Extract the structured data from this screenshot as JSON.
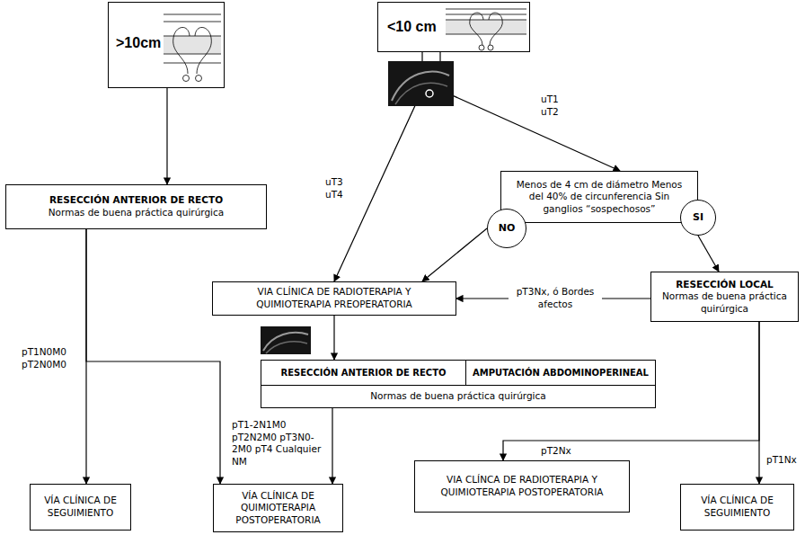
{
  "diagram": {
    "nodes": [
      {
        "text": [
          ">10cm"
        ]
      },
      {
        "text": [
          "<10 cm"
        ]
      },
      {
        "text": [
          "Menos de 4 cm de diámetro Menos del 40% de circunferencia Sin ganglios “sospechosos”"
        ]
      },
      {
        "text": [
          "NO"
        ]
      },
      {
        "text": [
          "SI"
        ]
      },
      {
        "text": [
          "RESECCIÓN ANTERIOR DE RECTO",
          "Normas de buena práctica quirúrgica"
        ]
      },
      {
        "text": [
          "VIA CLÍNICA DE RADIOTERAPIA Y QUIMIOTERAPIA PREOPERATORIA"
        ]
      },
      {
        "text": [
          "RESECCIÓN LOCAL",
          "Normas de buena práctica quirúrgica"
        ]
      },
      {
        "text": [
          "RESECCIÓN ANTERIOR DE RECTO",
          "AMPUTACIÓN ABDOMINOPERINEAL",
          "Normas de buena práctica quirúrgica"
        ]
      },
      {
        "text": [
          "VÍA CLÍNICA DE SEGUIMIENTO"
        ]
      },
      {
        "text": [
          "VÍA CLÍNICA DE QUIMIOTERAPIA POSTOPERATORIA"
        ]
      },
      {
        "text": [
          "VIA CLÍNCA DE RADIOTERAPIA Y QUIMIOTERAPIA POSTOPERATORIA"
        ]
      },
      {
        "text": [
          "VÍA CLÍNICA DE SEGUIMIENTO"
        ]
      }
    ],
    "edges": [
      {
        "from": 0,
        "to": 5,
        "arrow": "to"
      },
      {
        "from": 1,
        "to": 6,
        "label": "uT3 uT4",
        "arrow": "to"
      },
      {
        "from": 1,
        "to": 2,
        "label": "uT1 uT2",
        "arrow": "to"
      },
      {
        "from": 3,
        "to": 6,
        "arrow": "to"
      },
      {
        "from": 4,
        "to": 7,
        "arrow": "to"
      },
      {
        "from": 7,
        "to": 6,
        "label": "pT3Nx, ó Bordes afectos",
        "arrow": "to"
      },
      {
        "from": 6,
        "to": 8,
        "arrow": "to"
      },
      {
        "from": 5,
        "to": 9,
        "label": "pT1N0M0 pT2N0M0",
        "arrow": "to"
      },
      {
        "from": 5,
        "to": 10,
        "arrow": "to"
      },
      {
        "from": 8,
        "to": 10,
        "label": "pT1-2N1M0 pT2N2M0 pT3N0-2M0 pT4 Cualquier NM",
        "arrow": "to"
      },
      {
        "from": 7,
        "to": 11,
        "label": "pT2Nx",
        "arrow": "to"
      },
      {
        "from": 7,
        "to": 12,
        "label": "pT1Nx",
        "arrow": "to"
      }
    ]
  }
}
